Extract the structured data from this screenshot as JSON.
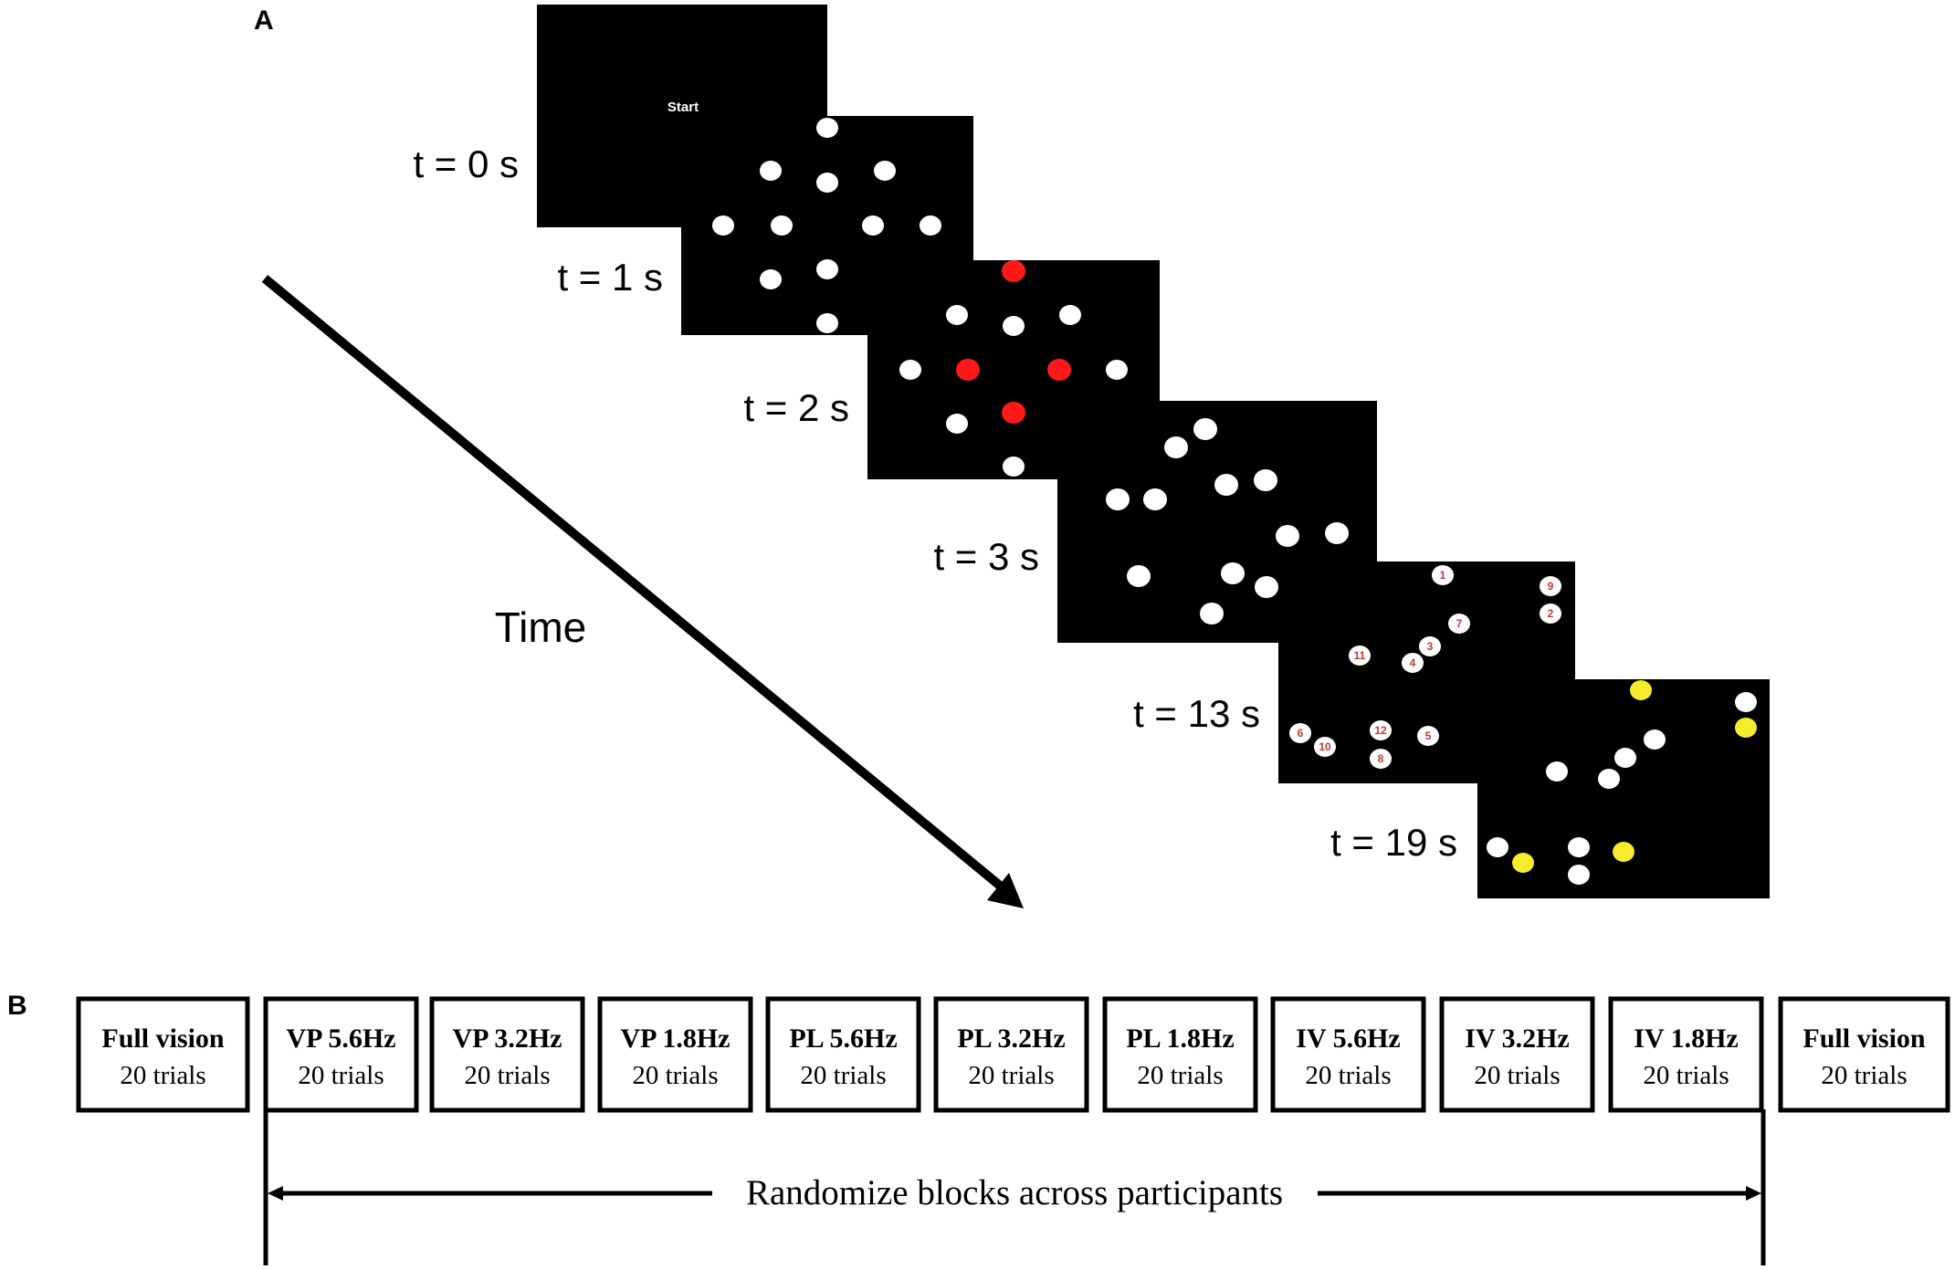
{
  "panel_a": {
    "label": "A",
    "start_text": "Start",
    "time_axis_label": "Time",
    "frame_labels": [
      "t = 0 s",
      "t = 1 s",
      "t = 2 s",
      "t = 3 s",
      "t = 13 s",
      "t = 19 s"
    ],
    "numbered_dots": [
      "1",
      "9",
      "2",
      "7",
      "3",
      "11",
      "4",
      "6",
      "10",
      "12",
      "5",
      "8"
    ],
    "colors": {
      "frame": "#000000",
      "dot": "#ffffff",
      "target_red": "#ff1a1a",
      "response_yellow": "#f7ec2c",
      "number_text": "#c0392b"
    }
  },
  "panel_b": {
    "label": "B",
    "blocks": [
      {
        "title": "Full vision",
        "trials": "20 trials"
      },
      {
        "title": "VP 5.6Hz",
        "trials": "20 trials"
      },
      {
        "title": "VP 3.2Hz",
        "trials": "20 trials"
      },
      {
        "title": "VP 1.8Hz",
        "trials": "20 trials"
      },
      {
        "title": "PL 5.6Hz",
        "trials": "20 trials"
      },
      {
        "title": "PL 3.2Hz",
        "trials": "20 trials"
      },
      {
        "title": "PL 1.8Hz",
        "trials": "20 trials"
      },
      {
        "title": "IV 5.6Hz",
        "trials": "20 trials"
      },
      {
        "title": "IV 3.2Hz",
        "trials": "20 trials"
      },
      {
        "title": "IV 1.8Hz",
        "trials": "20 trials"
      },
      {
        "title": "Full vision",
        "trials": "20 trials"
      }
    ],
    "randomize_text": "Randomize blocks across participants"
  }
}
